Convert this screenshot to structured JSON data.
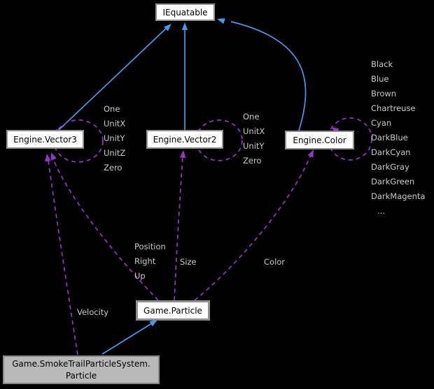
{
  "diagram": {
    "type": "collaboration-graph",
    "colors": {
      "background": "#000000",
      "inheritance_edge": "#4a97ec",
      "usage_edge": "#9a32cc",
      "edge_label": "#c9c9c9",
      "node_fill": "#ffffff",
      "node_border": "#909090",
      "highlight_node_fill": "#b9b9b9"
    },
    "nodes": {
      "iequatable": {
        "label": "IEquatable"
      },
      "vector3": {
        "label": "Engine.Vector3"
      },
      "vector2": {
        "label": "Engine.Vector2"
      },
      "color": {
        "label": "Engine.Color"
      },
      "particle": {
        "label": "Game.Particle"
      },
      "smoketrail": {
        "line1": "Game.SmokeTrailParticleSystem.",
        "line2": "Particle"
      }
    },
    "edge_labels": {
      "vector3_self": [
        "One",
        "UnitX",
        "UnitY",
        "UnitZ",
        "Zero"
      ],
      "vector2_self": [
        "One",
        "UnitX",
        "UnitY",
        "Zero"
      ],
      "color_self": [
        "Black",
        "Blue",
        "Brown",
        "Chartreuse",
        "Cyan",
        "DarkBlue",
        "DarkCyan",
        "DarkGray",
        "DarkGreen",
        "DarkMagenta",
        "..."
      ],
      "particle_to_vector3": [
        "Position",
        "Right",
        "Up"
      ],
      "particle_to_vector2": "Size",
      "particle_to_color": "Color",
      "smoketrail_to_vector3": "Velocity"
    },
    "edges": [
      {
        "from": "Engine.Vector3",
        "to": "IEquatable",
        "type": "inheritance"
      },
      {
        "from": "Engine.Vector2",
        "to": "IEquatable",
        "type": "inheritance"
      },
      {
        "from": "Engine.Color",
        "to": "IEquatable",
        "type": "inheritance"
      },
      {
        "from": "Game.SmokeTrailParticleSystem.Particle",
        "to": "Game.Particle",
        "type": "inheritance"
      },
      {
        "from": "Engine.Vector3",
        "to": "Engine.Vector3",
        "type": "usage",
        "label": "One UnitX UnitY UnitZ Zero"
      },
      {
        "from": "Engine.Vector2",
        "to": "Engine.Vector2",
        "type": "usage",
        "label": "One UnitX UnitY Zero"
      },
      {
        "from": "Engine.Color",
        "to": "Engine.Color",
        "type": "usage",
        "label": "Black Blue Brown Chartreuse Cyan DarkBlue DarkCyan DarkGray DarkGreen DarkMagenta ..."
      },
      {
        "from": "Game.Particle",
        "to": "Engine.Vector3",
        "type": "usage",
        "label": "Position Right Up"
      },
      {
        "from": "Game.Particle",
        "to": "Engine.Vector2",
        "type": "usage",
        "label": "Size"
      },
      {
        "from": "Game.Particle",
        "to": "Engine.Color",
        "type": "usage",
        "label": "Color"
      },
      {
        "from": "Game.SmokeTrailParticleSystem.Particle",
        "to": "Engine.Vector3",
        "type": "usage",
        "label": "Velocity"
      }
    ]
  }
}
